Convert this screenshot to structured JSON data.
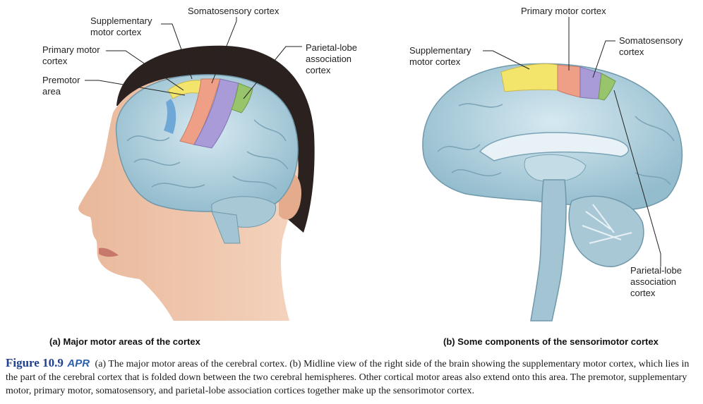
{
  "labels_a": {
    "supplementary": "Supplementary\nmotor cortex",
    "somatosensory": "Somatosensory cortex",
    "primary": "Primary motor\ncortex",
    "premotor": "Premotor\narea",
    "parietal": "Parietal-lobe\nassociation\ncortex"
  },
  "labels_b": {
    "primary": "Primary motor cortex",
    "supplementary": "Supplementary\nmotor cortex",
    "somatosensory": "Somatosensory\ncortex",
    "parietal": "Parietal-lobe\nassociation\ncortex"
  },
  "panel_a_caption": "(a) Major motor areas of the cortex",
  "panel_b_caption": "(b) Some components of the sensorimotor cortex",
  "figure": {
    "number": "Figure 10.9",
    "badge": "APR",
    "text": "(a) The major motor areas of the cerebral cortex. (b) Midline view of the right side of the brain showing the supplementary motor cortex, which lies in the part of the cerebral cortex that is folded down between the two cerebral hemispheres. Other cortical motor areas also extend onto this area. The premotor, supplementary motor, primary motor, somatosensory, and parietal-lobe association cortices together make up the sensorimotor cortex."
  },
  "colors": {
    "supplementary": "#f3e46b",
    "premotor": "#6fa7d6",
    "primary": "#ef9f86",
    "somatosensory": "#a99bd8",
    "parietal": "#98c46c",
    "brain": "#b9d6e2",
    "skin": "#eec3a8",
    "hair": "#2b2220"
  }
}
